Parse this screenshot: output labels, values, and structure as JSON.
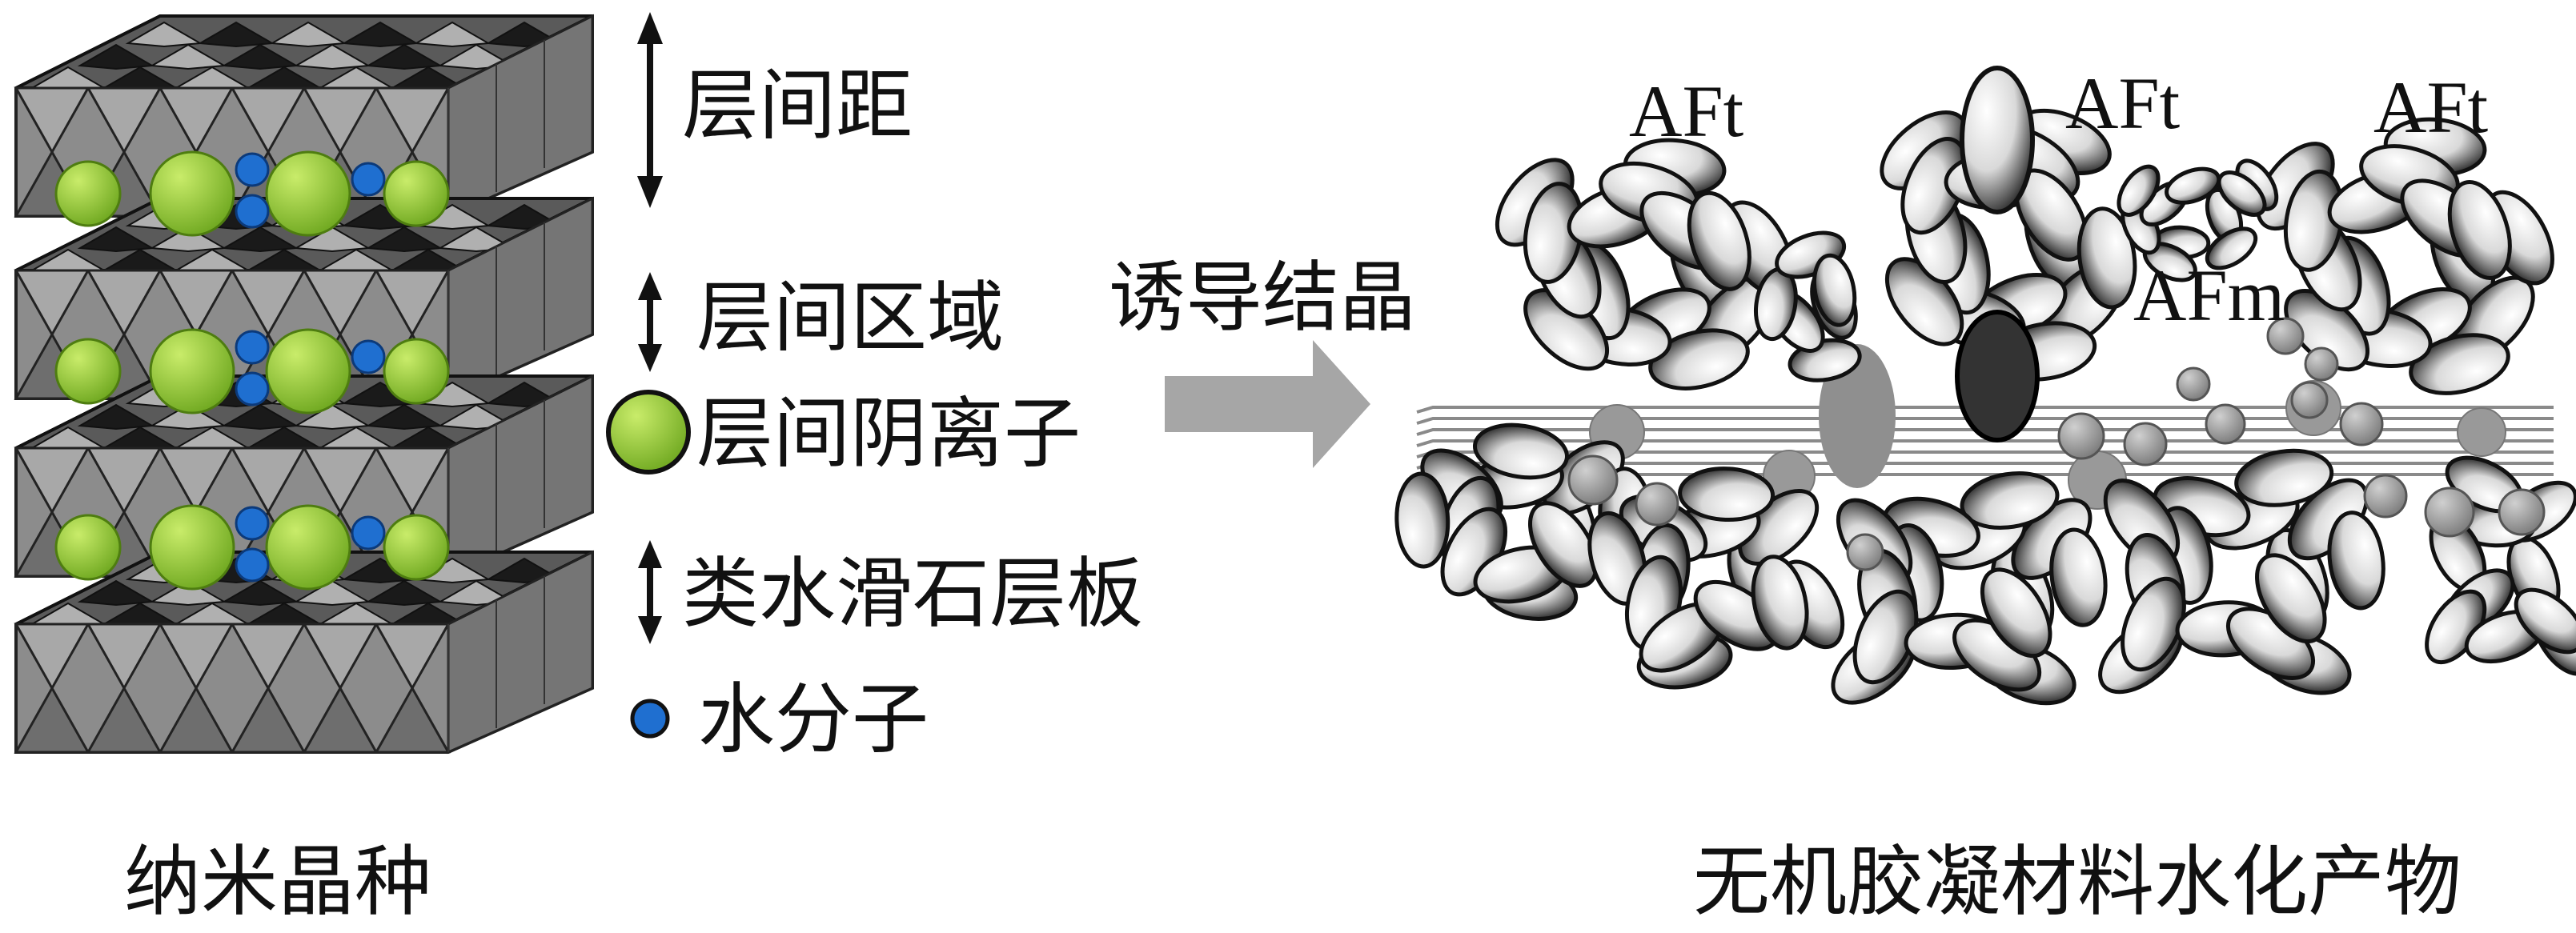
{
  "left_caption": "纳米晶种",
  "right_caption": "无机胶凝材料水化产物",
  "arrow_label": "诱导结晶",
  "legend": {
    "interlayer_spacing": "层间距",
    "interlayer_region": "层间区域",
    "interlayer_anion": "层间阴离子",
    "brucite_layer": "类水滑石层板",
    "water_molecule": "水分子"
  },
  "products": {
    "aft_1": "AFt",
    "aft_2": "AFt",
    "aft_3": "AFt",
    "afm": "AFm"
  },
  "colors": {
    "anion": "#9ccc35",
    "water": "#1f6fd0",
    "octahedron": "#8c8c8c",
    "arrow": "#a6a6a6",
    "crystal": "#f2f2f2",
    "csh": "#999999"
  }
}
